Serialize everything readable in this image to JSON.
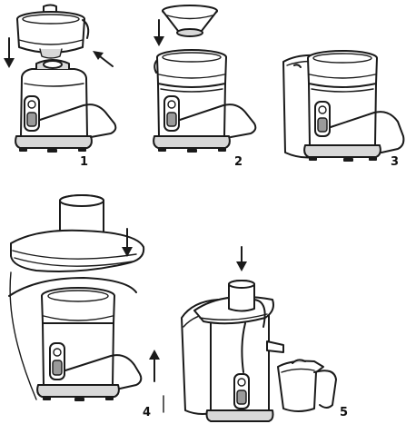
{
  "steps": [
    {
      "number": "1"
    },
    {
      "number": "2"
    },
    {
      "number": "3"
    },
    {
      "number": "4"
    },
    {
      "number": "5"
    }
  ],
  "colors": {
    "line": "#1a1a1a",
    "shade": "#d8d8d8",
    "dark_shade": "#9a9a9a",
    "background": "#ffffff"
  }
}
